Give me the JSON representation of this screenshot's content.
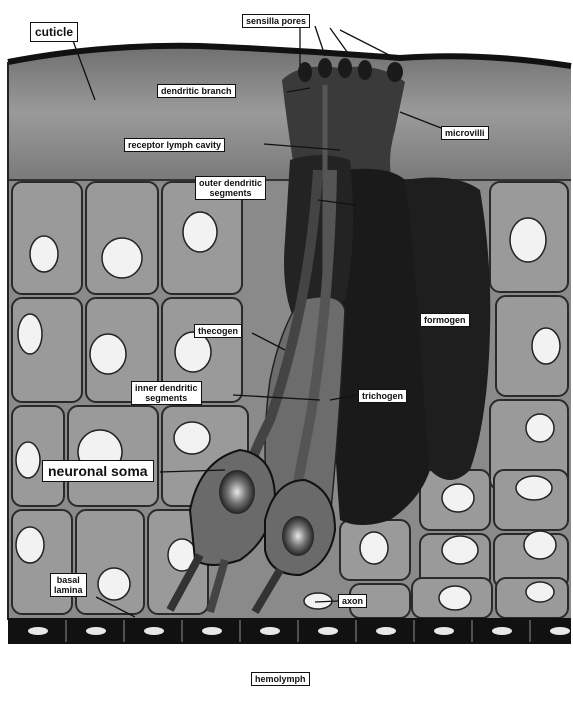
{
  "diagram": {
    "labels": {
      "cuticle": "cuticle",
      "sensilla_pores": "sensilla pores",
      "dendritic_branch": "dendritic branch",
      "microvilli": "microvilli",
      "receptor_lymph_cavity": "receptor lymph cavity",
      "outer_dendritic_segments": [
        "outer dendritic",
        "segments"
      ],
      "thecogen": "thecogen",
      "formogen": "formogen",
      "inner_dendritic_segments": [
        "inner dendritic",
        "segments"
      ],
      "trichogen": "trichogen",
      "neuronal_soma": "neuronal soma",
      "basal_lamina": [
        "basal",
        "lamina"
      ],
      "axon": "axon",
      "hemolymph": "hemolymph"
    }
  }
}
